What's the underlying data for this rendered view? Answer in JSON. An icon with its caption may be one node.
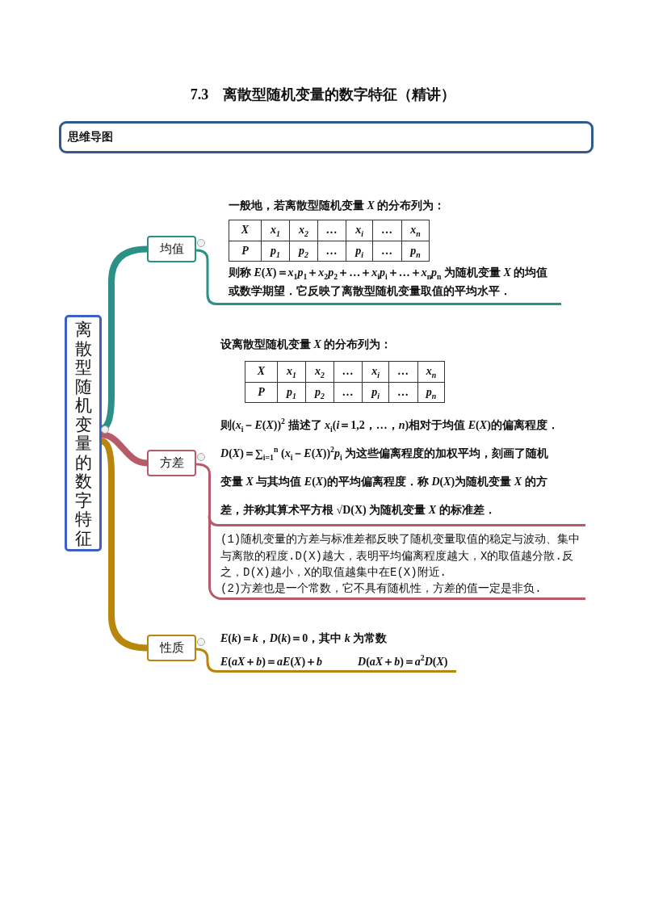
{
  "diagram": {
    "title": "7.3　离散型随机变量的数字特征（精讲）",
    "nodes": [
      {
        "text": [
          "思维导图"
        ]
      },
      {
        "text": [
          "离散型随机变量的数字特征"
        ]
      },
      {
        "text": [
          "均值"
        ]
      },
      {
        "text": [
          "一般地，若离散型随机变量 *X* 的分布列为：",
          "则称 *E*(*X*)＝*x*$_{1}$*p*$_{1}$＋*x*$_{2}$*p*$_{2}$＋…＋*x*$_{i}$*p*$_{i}$＋…＋*x*$_{n}$*p*$_{n}$ 为随机变量 *X* 的均值或数学期望．它反映了离散型随机变量取值的平均水平．"
        ]
      },
      {
        "text": [
          "方差"
        ]
      },
      {
        "text": [
          "设离散型随机变量 *X* 的分布列为：",
          "则(*x*$_{i}$－*E*(*X*))$^{2}$ 描述了 *x*$_{i}$(*i*＝1,2，…，*n*)相对于均值 *E*(*X*)的偏离程度．",
          "*D*(*X*)＝∑$_{i=1}$$^{n}$ (*x*$_{i}$－*E*(*X*))$^{2}$*p*$_{i}$ 为这些偏离程度的加权平均，刻画了随机变量 *X* 与其均值 *E*(*X*)的平均偏离程度．称 *D*(*X*)为随机变量 *X* 的方差，并称其算术平方根 √D(X) 为随机变量 *X* 的标准差．"
        ]
      },
      {
        "text": [
          "(1)随机变量的方差与标准差都反映了随机变量取值的稳定与波动、集中与离散的程度.D(X)越大，表明平均偏离程度越大，X的取值越分散.反之，D(X)越小，X的取值越集中在E(X)附近.",
          "(2)方差也是一个常数，它不具有随机性，方差的值一定是非负."
        ]
      },
      {
        "text": [
          "性质"
        ]
      },
      {
        "text": [
          "*E*(*k*)＝*k*，*D*(*k*)＝0，其中 *k* 为常数",
          "*E*(*aX*＋*b*)＝*aE*(*X*)＋*b*",
          "*D*(*aX*＋*b*)＝*a*$^{2}$*D*(*X*)"
        ]
      }
    ],
    "edges": [
      {
        "from": 1,
        "to": 2,
        "arrow": "none",
        "style": "thick",
        "color": "#2b9187"
      },
      {
        "from": 1,
        "to": 4,
        "arrow": "none",
        "style": "thick",
        "color": "#b65c68"
      },
      {
        "from": 1,
        "to": 7,
        "arrow": "none",
        "style": "thick",
        "color": "#b8860b"
      },
      {
        "from": 2,
        "to": 3,
        "arrow": "none",
        "color": "#2b9187"
      },
      {
        "from": 4,
        "to": 5,
        "arrow": "none",
        "color": "#b65c68"
      },
      {
        "from": 4,
        "to": 6,
        "arrow": "none",
        "color": "#b65c68"
      },
      {
        "from": 7,
        "to": 8,
        "arrow": "none",
        "color": "#b8860b"
      }
    ],
    "labels": [
      "X",
      "x$_{1}$",
      "x$_{2}$",
      "…",
      "x$_{i}$",
      "…",
      "x$_{n}$",
      "P",
      "p$_{1}$",
      "p$_{2}$",
      "…",
      "p$_{i}$",
      "…",
      "p$_{n}$",
      "X",
      "x$_{1}$",
      "x$_{2}$",
      "…",
      "x$_{i}$",
      "…",
      "x$_{n}$",
      "P",
      "p$_{1}$",
      "p$_{2}$",
      "…",
      "p$_{i}$",
      "…",
      "p$_{n}$"
    ]
  }
}
